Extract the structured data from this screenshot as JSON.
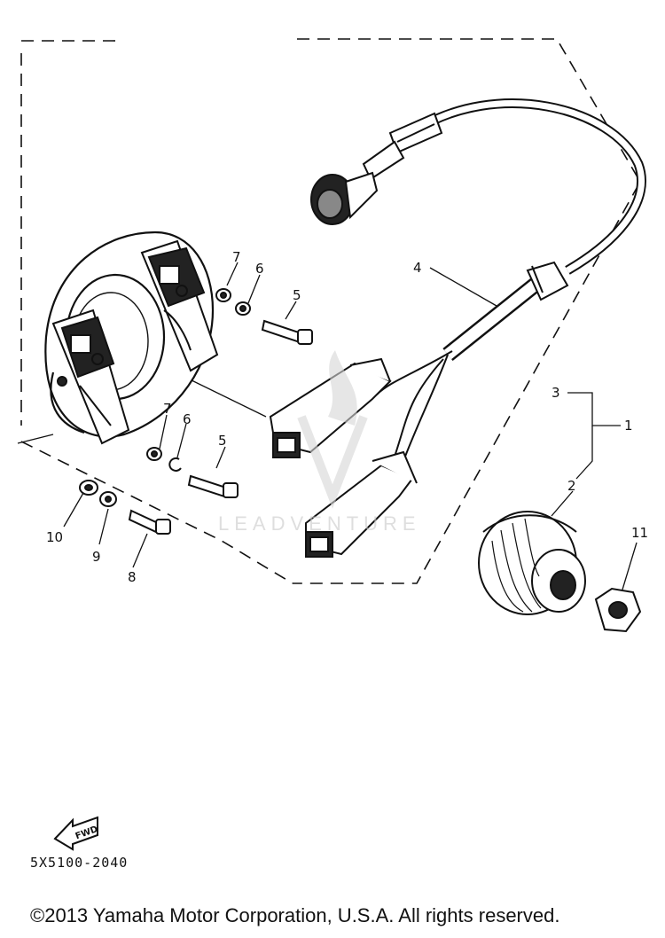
{
  "callouts": {
    "c1": "1",
    "c2": "2",
    "c3": "3",
    "c4": "4",
    "c5a": "5",
    "c5b": "5",
    "c6a": "6",
    "c6b": "6",
    "c7a": "7",
    "c7b": "7",
    "c8": "8",
    "c9": "9",
    "c10": "10",
    "c11": "11"
  },
  "fwd_label": "FWD",
  "diagram_code": "5X5100-2040",
  "watermark": "LEADVENTURE",
  "copyright": "©2013 Yamaha Motor Corporation, U.S.A. All rights reserved."
}
